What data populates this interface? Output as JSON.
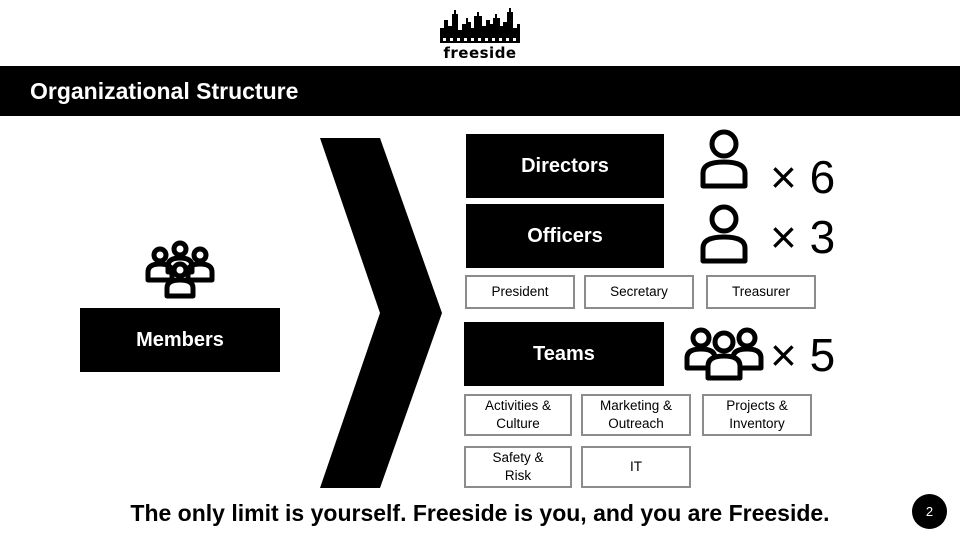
{
  "logo": {
    "text": "freeside",
    "icon": "city-skyline-icon"
  },
  "title": "Organizational Structure",
  "members": {
    "label": "Members",
    "icon": "group-people-icon"
  },
  "directors": {
    "label": "Directors",
    "count": "× 6",
    "icon": "person-icon"
  },
  "officers": {
    "label": "Officers",
    "count": "× 3",
    "icon": "person-icon",
    "roles": [
      "President",
      "Secretary",
      "Treasurer"
    ]
  },
  "teams": {
    "label": "Teams",
    "count": "× 5",
    "icon": "group-people-icon",
    "items": [
      "Activities & Culture",
      "Marketing & Outreach",
      "Projects & Inventory",
      "Safety & Risk",
      "IT"
    ]
  },
  "tagline": "The only limit is yourself.  Freeside is you, and you are Freeside.",
  "page_number": "2"
}
